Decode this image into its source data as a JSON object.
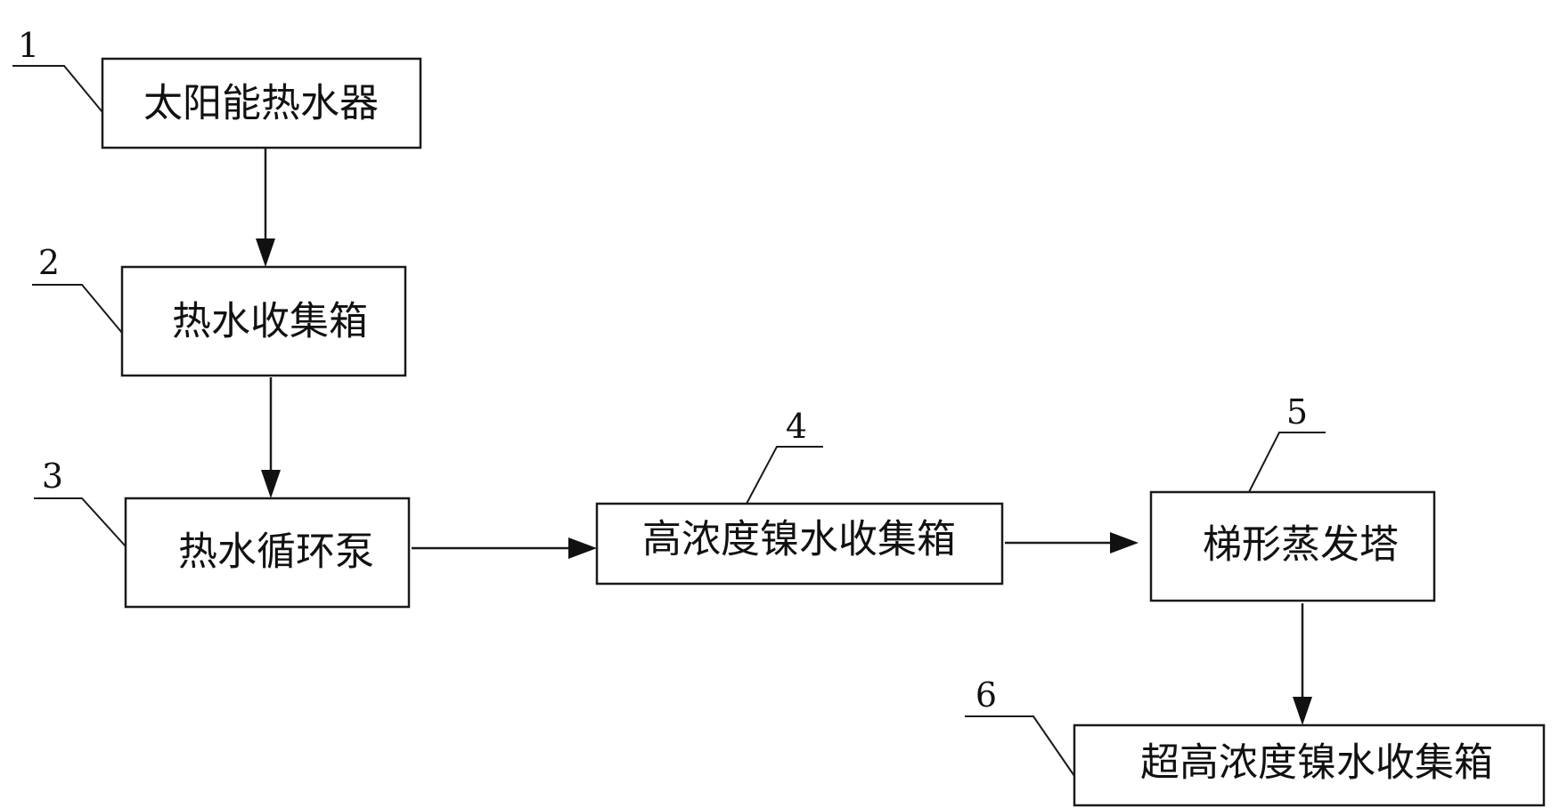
{
  "nodes": [
    {
      "id": "1",
      "label": "太阳能热水器"
    },
    {
      "id": "2",
      "label": "热水收集箱"
    },
    {
      "id": "3",
      "label": "热水循环泵"
    },
    {
      "id": "4",
      "label": "高浓度镍水收集箱"
    },
    {
      "id": "5",
      "label": "梯形蒸发塔"
    },
    {
      "id": "6",
      "label": "超高浓度镍水收集箱"
    }
  ],
  "edges": [
    {
      "from": "1",
      "to": "2"
    },
    {
      "from": "2",
      "to": "3"
    },
    {
      "from": "3",
      "to": "4"
    },
    {
      "from": "4",
      "to": "5"
    },
    {
      "from": "5",
      "to": "6"
    }
  ]
}
